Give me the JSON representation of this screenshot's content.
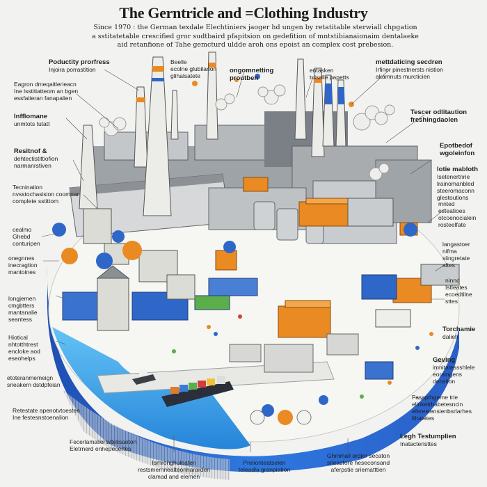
{
  "header": {
    "title": "The Gerntricle and =Clothing Industry",
    "intro_line1": "Since 1970 : the German texdale Elechtiniers jaoger hd ungen by retatitable sterwiall chpgation",
    "intro_line2": "a sstitatetable crescified gror sudtbaird pfapitsion on gedefition of mntstibianaionaim dentalaeke",
    "intro_line3": "aid retanfione of Tahe gemcturd uldde aroh ons epoist an complex cost prebesion."
  },
  "labels": {
    "productivity": {
      "heading": "Poductity prorfress",
      "body": "Injoira porrastition"
    },
    "early": {
      "heading": "",
      "body": "Eagron dmeqaitlerieacn\nIne lsstitiatteom an bgen\nessfatieran fanapalien"
    },
    "influence": {
      "heading": "Infflomane",
      "body": "unmtots tutatt"
    },
    "restrict": {
      "heading": "Resitnof &",
      "body": "dehtectistittiofion\nnarmanrstiven"
    },
    "technical": {
      "heading": "",
      "body": "Tecnination\nnvsstochasision coomnar\ncomplete sstittom"
    },
    "cealmo": {
      "heading": "",
      "body": "cealmo\nGhebd\nconturipen"
    },
    "ongonnes": {
      "heading": "",
      "body": "onegnnes\ninecragtion\nmantoines"
    },
    "longjemen": {
      "heading": "",
      "body": "longjemen\ncmgbtters\nmantanalie\nseantess"
    },
    "hioticnal": {
      "heading": "",
      "body": "Hiotical\nnhtotthtrest\nencloke aod\neseohelps"
    },
    "eteranman": {
      "heading": "",
      "body": "etoteranmemeign\nsrieakern dstdpfeian"
    },
    "retestate": {
      "heading": "",
      "body": "Retestate apenotvtoesten\nIne festesnstoenalion"
    },
    "fecrlamalie": {
      "heading": "",
      "body": "Fecerlamalierlaltelisaeton\nEletrnerd enhepecertes"
    },
    "bottom1": {
      "heading": "",
      "body": "Ismronghuleaten\nrestsmemnealteonhararden\nclamad and elemen"
    },
    "bottom2": {
      "heading": "",
      "body": "Prelionteatselen\nteleadla granpiation"
    },
    "bottom3": {
      "heading": "",
      "body": "Ghmmall ardier secaton\nsrieasfore heseconsand\naferpstie sriematttien"
    },
    "ecolne": {
      "heading": "Beelle",
      "body": "ecolne glubilarion\nglihalsatete"
    },
    "ongomnetting": {
      "heading": "ongomnetting",
      "body": "proutben"
    },
    "entasken": {
      "heading": "",
      "body": "entasken\ntuisalle papetts"
    },
    "mettdaticing": {
      "heading": "mettdaticing secdren",
      "body": "Irfiner pinestnersts nistion\nakamnuts murcticien"
    },
    "tescer": {
      "heading": "Tescer odlitaution",
      "body": "freshingdaolen"
    },
    "epotbedof": {
      "heading": "Epotbedof",
      "body": "wgoleinfon"
    },
    "lotie": {
      "heading": "lotie mabloth",
      "body": "Isetenertnrie\nlrainomanbled\nsteeromaconn\nglestoutions"
    },
    "mnted": {
      "heading": "",
      "body": "mnted\nesteatioes\notcoenocialein\nrosteelfate"
    },
    "langastoer": {
      "heading": "",
      "body": "langastoer\nnifma\nsiingretate\naltes"
    },
    "ninnd": {
      "heading": "",
      "body": "ninnd\nIstleates\necoedtilne\nsttes"
    },
    "torchame": {
      "heading": "Torchamie",
      "body": "dalieh"
    },
    "geving": {
      "heading": "Geving",
      "body": "imnitatessshlele\neoraingens\ndenstion"
    },
    "fasaptingne": {
      "heading": "",
      "body": "Fasapthgeme trie\nelinketrbabetesncin\neferestensienbsrlarhes\nlthatetes"
    },
    "legh": {
      "heading": "Legh Testumplien",
      "body": "Inatacteristtes"
    }
  },
  "colors": {
    "accent_orange": "#e98a22",
    "accent_blue": "#2f67c8",
    "water_blue": "#2d8fe3",
    "platform": "#f7f7f4",
    "stone": "#b9bcbc"
  }
}
